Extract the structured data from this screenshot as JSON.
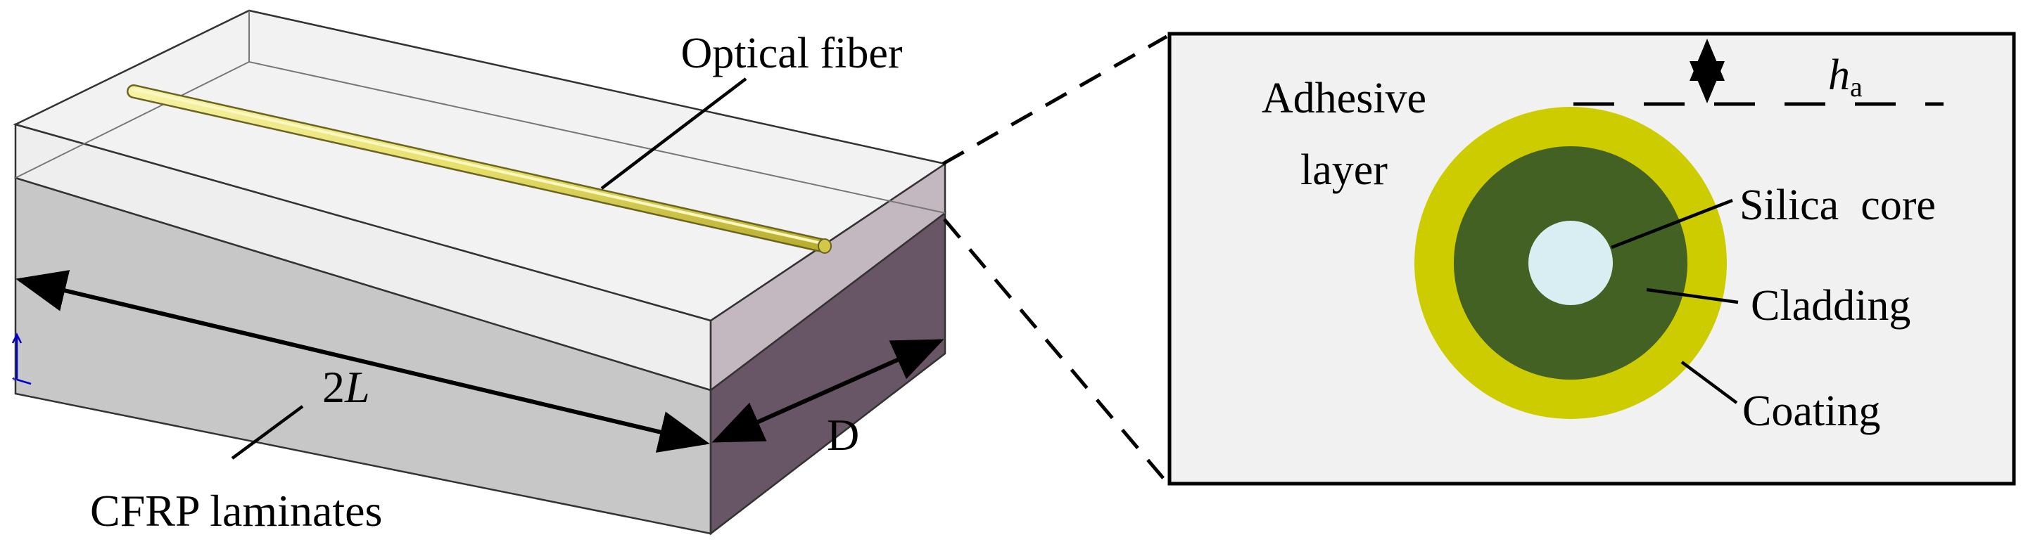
{
  "labels": {
    "optical_fiber": "Optical fiber",
    "two_L_num": "2",
    "two_L_var": "L",
    "depth": "D",
    "cfrp": "CFRP laminates",
    "adhesive_line1": "Adhesive",
    "adhesive_line2": "layer",
    "h_main": "h",
    "h_sub": "a",
    "silica_core": "Silica  core",
    "cladding": "Cladding",
    "coating": "Coating"
  },
  "colors": {
    "adhesive_top": "#f2f2f3",
    "adhesive_front": "#eeeeef",
    "adhesive_side": "#c4b8c0",
    "laminate_front": "#c7c7c7",
    "laminate_side": "#685565",
    "fiber": "#e6df6a",
    "inset_bg": "#f1f1f1",
    "coating": "#cdcc00",
    "cladding": "#436122",
    "core": "#d8eef2",
    "axis_marker": "#0000cc"
  },
  "icons": {
    "axis_marker": "axis-triad-icon"
  }
}
